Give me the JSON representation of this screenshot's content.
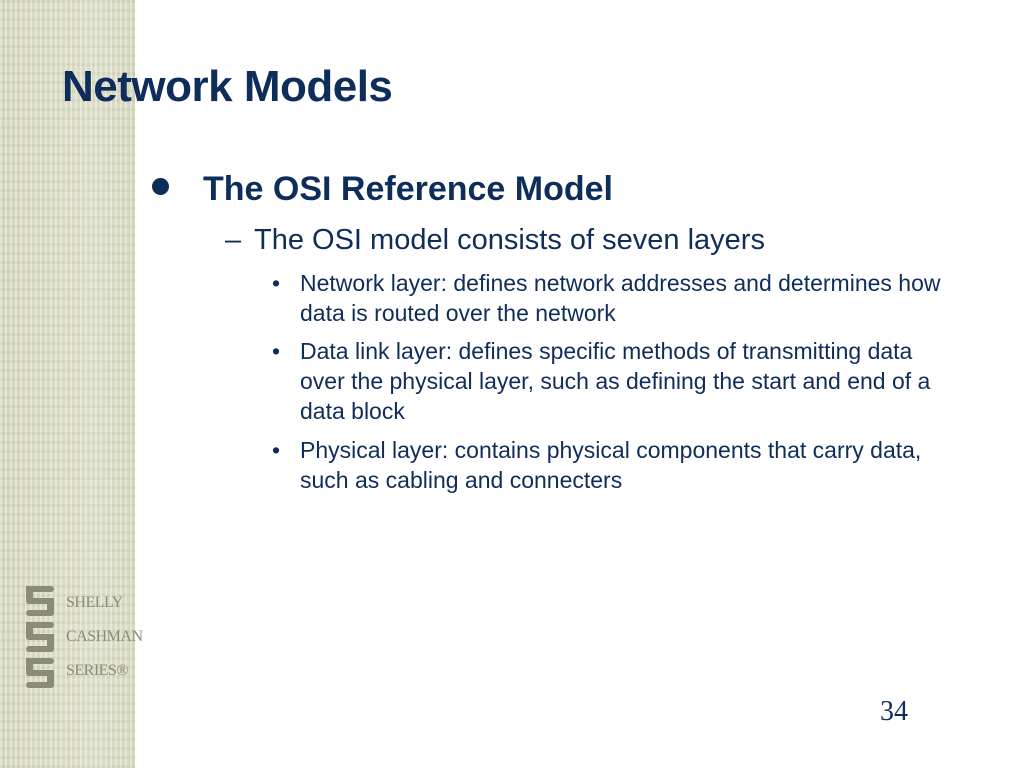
{
  "slide": {
    "title": "Network Models",
    "level1": {
      "text": "The OSI Reference Model"
    },
    "level2": {
      "text": "The OSI model consists of seven layers"
    },
    "level3": [
      {
        "text": "Network layer:  defines network addresses and determines how data is routed over the network"
      },
      {
        "text": "Data link layer:  defines specific methods of transmitting data over the physical layer, such as defining the start and end of a data block"
      },
      {
        "text": "Physical layer:  contains physical components that carry data, such as cabling and connecters"
      }
    ],
    "page_number": "34"
  },
  "logo": {
    "lines": [
      "SHELLY",
      "CASHMAN",
      "SERIES®"
    ]
  },
  "colors": {
    "text": "#0f2d5a",
    "sidebar": "#d6d8bd",
    "logo": "#8b8c76"
  }
}
